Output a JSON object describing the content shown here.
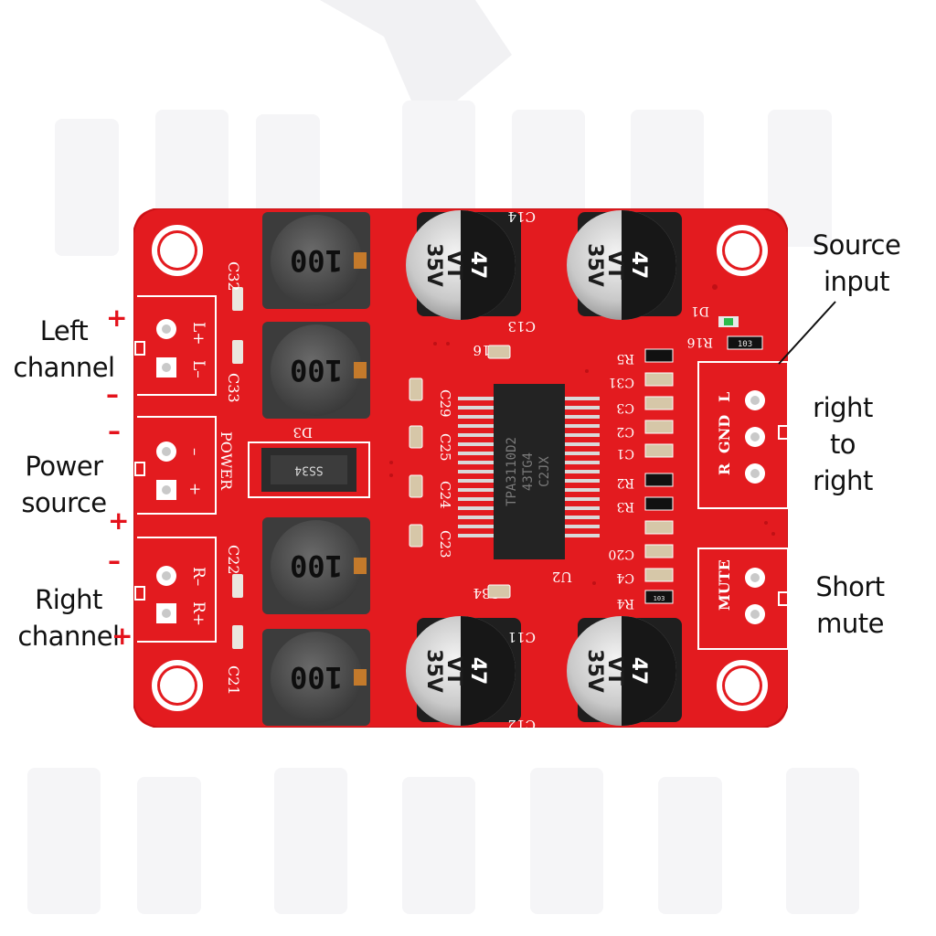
{
  "labels": {
    "left_channel": [
      "Left",
      "channel"
    ],
    "power_source": [
      "Power",
      "source"
    ],
    "right_channel": [
      "Right",
      "channel"
    ],
    "source_input": [
      "Source",
      "input"
    ],
    "right_to_right": [
      "right",
      "to",
      "right"
    ],
    "short_mute": [
      "Short",
      "mute"
    ]
  },
  "signs": {
    "left_plus": "+",
    "left_minus": "–",
    "power_minus": "–",
    "power_plus": "+",
    "right_minus": "–",
    "right_plus": "+"
  },
  "silkscreen": {
    "left_terminals": [
      "L+",
      "L–"
    ],
    "power_title": "POWER",
    "power_terminals": [
      "–",
      "+"
    ],
    "right_terminals": [
      "R–",
      "R+"
    ],
    "input_header": [
      "R",
      "GND",
      "L"
    ],
    "mute_header": "MUTE",
    "diode": "D3",
    "diode_mark": "SS34",
    "ic_label": "U2",
    "led": "D1",
    "led_resistor": "R16",
    "smd_code_r16": "103",
    "smd_code_r4": "103",
    "caps": [
      "C32",
      "C33",
      "C22",
      "C21",
      "C14",
      "C13",
      "C11",
      "C12",
      "C16",
      "C34",
      "C29",
      "C25",
      "C24",
      "C23",
      "C31",
      "C3",
      "C2",
      "C1",
      "C20",
      "C4"
    ],
    "resistors": [
      "R5",
      "R2",
      "R3",
      "R4"
    ]
  },
  "chip": {
    "lines": [
      "TPA3110D2",
      "43TG4",
      "C2JX"
    ]
  },
  "inductor_mark": "100",
  "electrolytic_marks": {
    "brand": "VT",
    "voltage": "35V",
    "capacitance": "47"
  },
  "colors": {
    "pcb": "#e31b1f",
    "silkscreen": "#ffffff",
    "annotation": "#111111",
    "sign": "#e4121b",
    "chip": "#232323"
  }
}
